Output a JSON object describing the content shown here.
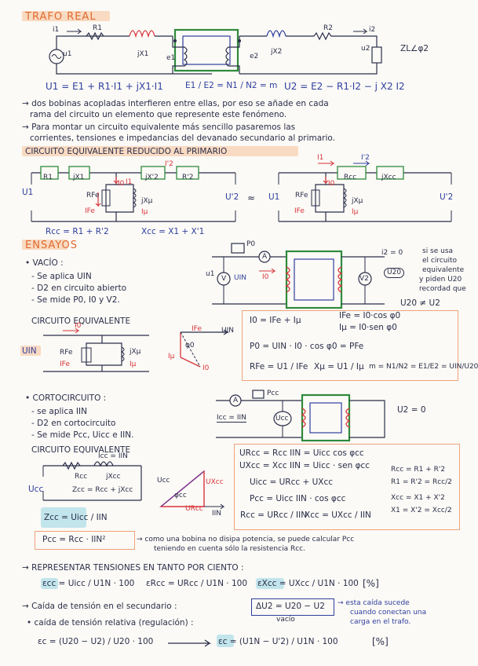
{
  "sections": {
    "trafo": {
      "title": "TRAFO REAL",
      "labels": {
        "i1": "i1",
        "r1": "R1",
        "u1": "u1",
        "jx1": "jX1",
        "e1": "e1",
        "e2": "e2",
        "jx2": "jX2",
        "r2": "R2",
        "i2": "i2",
        "u2": "u2",
        "zl": "ZL∠φ2"
      },
      "eq1": "U1 = E1 + R1·I1 + jX1·I1",
      "eq2": "E1 / E2 = N1 / N2 = m",
      "eq3": "U2 = E2 − R1·I2 − j X2 I2",
      "notes": [
        "→ dos bobinas acopladas interfieren entre ellas, por eso se añade en cada",
        "rama del circuito un elemento que represente este fenómeno.",
        "→ Para montar un circuito equivalente más sencillo pasaremos las",
        "corrientes, tensiones e impedancias del devanado secundario al primario."
      ]
    },
    "reducido": {
      "title": "CIRCUITO EQUIVALENTE REDUCIDO AL PRIMARIO",
      "labels": {
        "i1": "I1",
        "i2p": "I'2",
        "r1": "R1",
        "jx1": "jX1",
        "jx2p": "jX'2",
        "r2p": "R'2",
        "rfe": "RFe",
        "ife": "IFe",
        "jxu": "jXμ",
        "iu": "Iμ",
        "u1": "U1",
        "u2p": "U'2",
        "i0": "I0",
        "rcc": "Rcc",
        "jxcc": "jXcc",
        "u1b": "U1",
        "u2b": "U'2",
        "rfeb": "RFe",
        "ifeb": "IFe",
        "jxub": "jXμ",
        "iub": "Iμ",
        "i0b": "I0",
        "i1b": "I1",
        "i2b": "I'2"
      },
      "rcc_eq": "Rcc = R1 + R'2",
      "xcc_eq": "Xcc = X1 + X'1",
      "approx": "≈"
    },
    "ensayos": {
      "title": "ENSAYOS",
      "vacio": {
        "head": "• VACÍO :",
        "items": [
          "- Se aplica UIN",
          "- D2 en circuito abierto",
          "- Se mide P0, I0 y V2."
        ],
        "circ_title": "CIRCUITO EQUIVALENTE",
        "meter_labels": {
          "p0": "P0",
          "a": "A",
          "v1": "V",
          "uin": "UIN",
          "i0": "I0",
          "v2": "V2",
          "i2": "i2 = 0",
          "u1": "u1",
          "u20": "U20"
        },
        "note_side": [
          "si se usa",
          "el circuito",
          "equivalente",
          "y piden U20",
          "recordad que"
        ],
        "u20_ne": "U20 ≠ U2",
        "eqc_labels": {
          "i0": "I0",
          "rfe": "RFe",
          "ife": "IFe",
          "jxu": "jXμ",
          "iu": "Iμ",
          "uin": "UIN",
          "ife2": "IFe",
          "uin2": "UIN",
          "phi": "φ0",
          "iu2": "Iμ",
          "i0b": "I0"
        },
        "formulas": [
          "I0 = IFe + Iμ",
          "IFe = I0·cos φ0",
          "Iμ = I0·sen φ0",
          "P0 = UIN · I0 · cos φ0 = PFe",
          "RFe = U1 / IFe",
          "Xμ = U1 / Iμ",
          "m = N1/N2 = E1/E2 = UIN/U20"
        ]
      },
      "cc": {
        "head": "• CORTOCIRCUITO :",
        "items": [
          "- se aplica IIN",
          "- D2 en cortocircuito",
          "- Se mide Pcc, Uicc e IIN."
        ],
        "meter_labels": {
          "a": "A",
          "pcc": "Pcc",
          "icc": "Icc = IIN",
          "ucc": "Ucc",
          "u2": "U2 = 0"
        },
        "circ_title": "CIRCUITO EQUIVALENTE",
        "eqc_labels": {
          "icc": "Icc = IIN",
          "rcc": "Rcc",
          "jxcc": "jXcc",
          "ucc": "Ucc",
          "zcc": "Zcc = Rcc + jXcc",
          "urcc": "URcc",
          "uxcc": "UXcc",
          "ucc2": "Ucc",
          "phicc": "φcc",
          "iin": "IIN"
        },
        "zcc_eq": "Zcc = Uicc / IIN",
        "pcc_eq": "Pcc = Rcc · IIN²",
        "pcc_note1": "→ como una bobina no disipa potencia, se puede calcular Pcc",
        "pcc_note2": "teniendo en cuenta sólo la resistencia Rcc.",
        "formulas": [
          "URcc = Rcc IIN = Uicc cos φcc",
          "UXcc = Xcc IIN = Uicc · sen φcc",
          "Uicc = URcc + UXcc",
          "Pcc = Uicc IIN · cos φcc",
          "Rcc = URcc / IIN",
          "Xcc = UXcc / IIN"
        ],
        "side": [
          "Rcc = R1 + R'2",
          "R1 = R'2 = Rcc/2",
          "Xcc = X1 + X'2",
          "X1 = X'2 = Xcc/2"
        ]
      }
    },
    "porcentaje": {
      "title": "→ REPRESENTAR TENSIONES EN TANTO POR CIENTO :",
      "ecc": "εcc = Uicc / U1N · 100",
      "erc": "εRcc = URcc / U1N · 100",
      "exc": "εXcc = UXcc / U1N · 100",
      "unit": "[%]",
      "caida": "→ Caída de tensión en el secundario :",
      "caida_eq": "ΔU2 = U20 − U2",
      "vacio": "vacío",
      "caida_note1": "→ esta caída sucede",
      "caida_note2": "cuando conectan una",
      "caida_note3": "carga en el trafo.",
      "reg": "• caída de tensión relativa (regulación) :",
      "ec_eq": "εc = (U20 − U2) / U20 · 100",
      "ec_eq2": "εc = (U1N − U'2) / U1N · 100",
      "unit2": "[%]"
    }
  }
}
